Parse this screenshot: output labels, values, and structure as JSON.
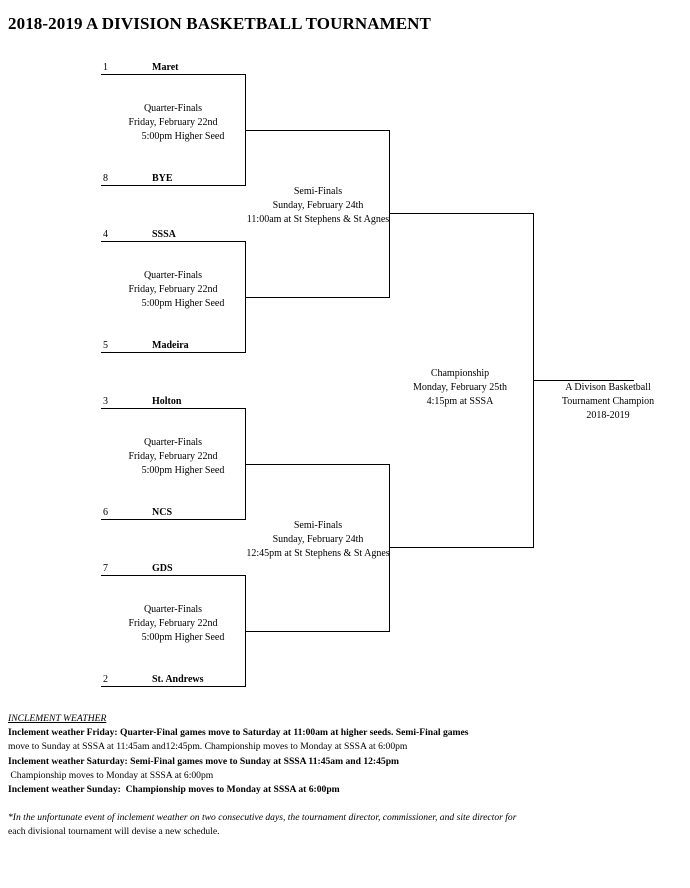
{
  "title": "2018-2019 A DIVISION BASKETBALL TOURNAMENT",
  "teams": [
    {
      "seed": "1",
      "name": "Maret"
    },
    {
      "seed": "8",
      "name": "BYE"
    },
    {
      "seed": "4",
      "name": "SSSA"
    },
    {
      "seed": "5",
      "name": "Madeira"
    },
    {
      "seed": "3",
      "name": "Holton"
    },
    {
      "seed": "6",
      "name": "NCS"
    },
    {
      "seed": "7",
      "name": "GDS"
    },
    {
      "seed": "2",
      "name": "St. Andrews"
    }
  ],
  "quarterfinals": [
    {
      "line1": "Quarter-Finals",
      "line2": "Friday, February 22nd",
      "line3": "5:00pm Higher Seed"
    },
    {
      "line1": "Quarter-Finals",
      "line2": "Friday, February 22nd",
      "line3": "5:00pm Higher Seed"
    },
    {
      "line1": "Quarter-Finals",
      "line2": "Friday, February 22nd",
      "line3": "5:00pm Higher Seed"
    },
    {
      "line1": "Quarter-Finals",
      "line2": "Friday, February 22nd",
      "line3": "5:00pm Higher Seed"
    }
  ],
  "semifinals": [
    {
      "line1": "Semi-Finals",
      "line2": "Sunday, February 24th",
      "line3": "11:00am at St Stephens & St Agnes"
    },
    {
      "line1": "Semi-Finals",
      "line2": "Sunday, February 24th",
      "line3": "12:45pm at St Stephens & St Agnes"
    }
  ],
  "championship": {
    "line1": "Championship",
    "line2": "Monday, February 25th",
    "line3": "4:15pm at SSSA"
  },
  "champion": {
    "line1": "A Divison Basketball",
    "line2": "Tournament Champion",
    "line3": "2018-2019"
  },
  "weather": {
    "heading": "INCLEMENT WEATHER",
    "friday_bold": "Inclement weather Friday: Quarter-Final games move to Saturday at 11:00am at higher seeds. Semi-Final games",
    "friday_rest": "move to Sunday at SSSA at 11:45am and12:45pm. Championship moves to Monday at SSSA at 6:00pm",
    "saturday_bold": "Inclement weather Saturday: Semi-Final games move to Sunday at SSSA 11:45am and 12:45pm",
    "saturday_rest": " Championship moves to Monday at SSSA at 6:00pm",
    "sunday_bold": "Inclement weather Sunday:  Championship moves to Monday at SSSA at 6:00pm",
    "footnote_italic": "*In the unfortunate event of inclement weather on two consecutive days, the tournament director, commissioner, and site director for",
    "footnote_rest": "each divisional tournament will devise a new schedule."
  }
}
